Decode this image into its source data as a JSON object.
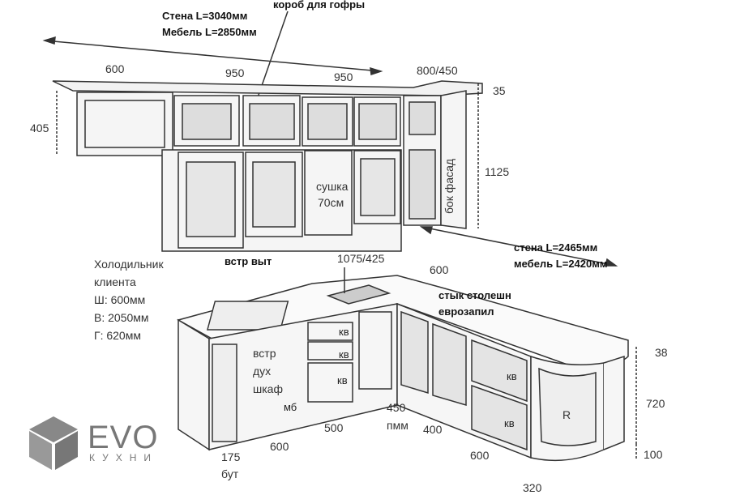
{
  "top_labels": {
    "wall": "Стена L=3040мм",
    "furniture": "Мебель L=2850мм",
    "duct": "короб для гофры"
  },
  "upper_dims": {
    "w1": "600",
    "w2": "950",
    "w3": "950",
    "w4": "800/450",
    "top_strip": "35",
    "height_upper": "405",
    "height_total": "1125",
    "side_facade": "бок фасад"
  },
  "upper_notes": {
    "dryer": "сушка",
    "dryer_size": "70см",
    "hood": "встр выт"
  },
  "right_wall": {
    "wall": "стена L=2465мм",
    "furniture": "мебель L=2420мм",
    "depth": "600"
  },
  "fridge": {
    "title": "Холодильник",
    "sub": "клиента",
    "w": "Ш: 600мм",
    "h": "В: 2050мм",
    "d": "Г: 620мм"
  },
  "sink": "1075/425",
  "joint": {
    "a": "стык столешн",
    "b": "еврозапил"
  },
  "lower_notes": {
    "kv": "кв",
    "oven1": "встр",
    "oven2": "дух",
    "oven3": "шкаф",
    "mb": "мб",
    "radius": "R",
    "dw": "пмм"
  },
  "lower_dims": {
    "d450": "450",
    "d500": "500",
    "d400": "400",
    "d600a": "600",
    "d175": "175",
    "bottle": "бут",
    "d600b": "600",
    "d320": "320",
    "d38": "38",
    "d720": "720",
    "d100": "100"
  },
  "logo": {
    "brand": "EVO",
    "sub": "КУХНИ"
  }
}
